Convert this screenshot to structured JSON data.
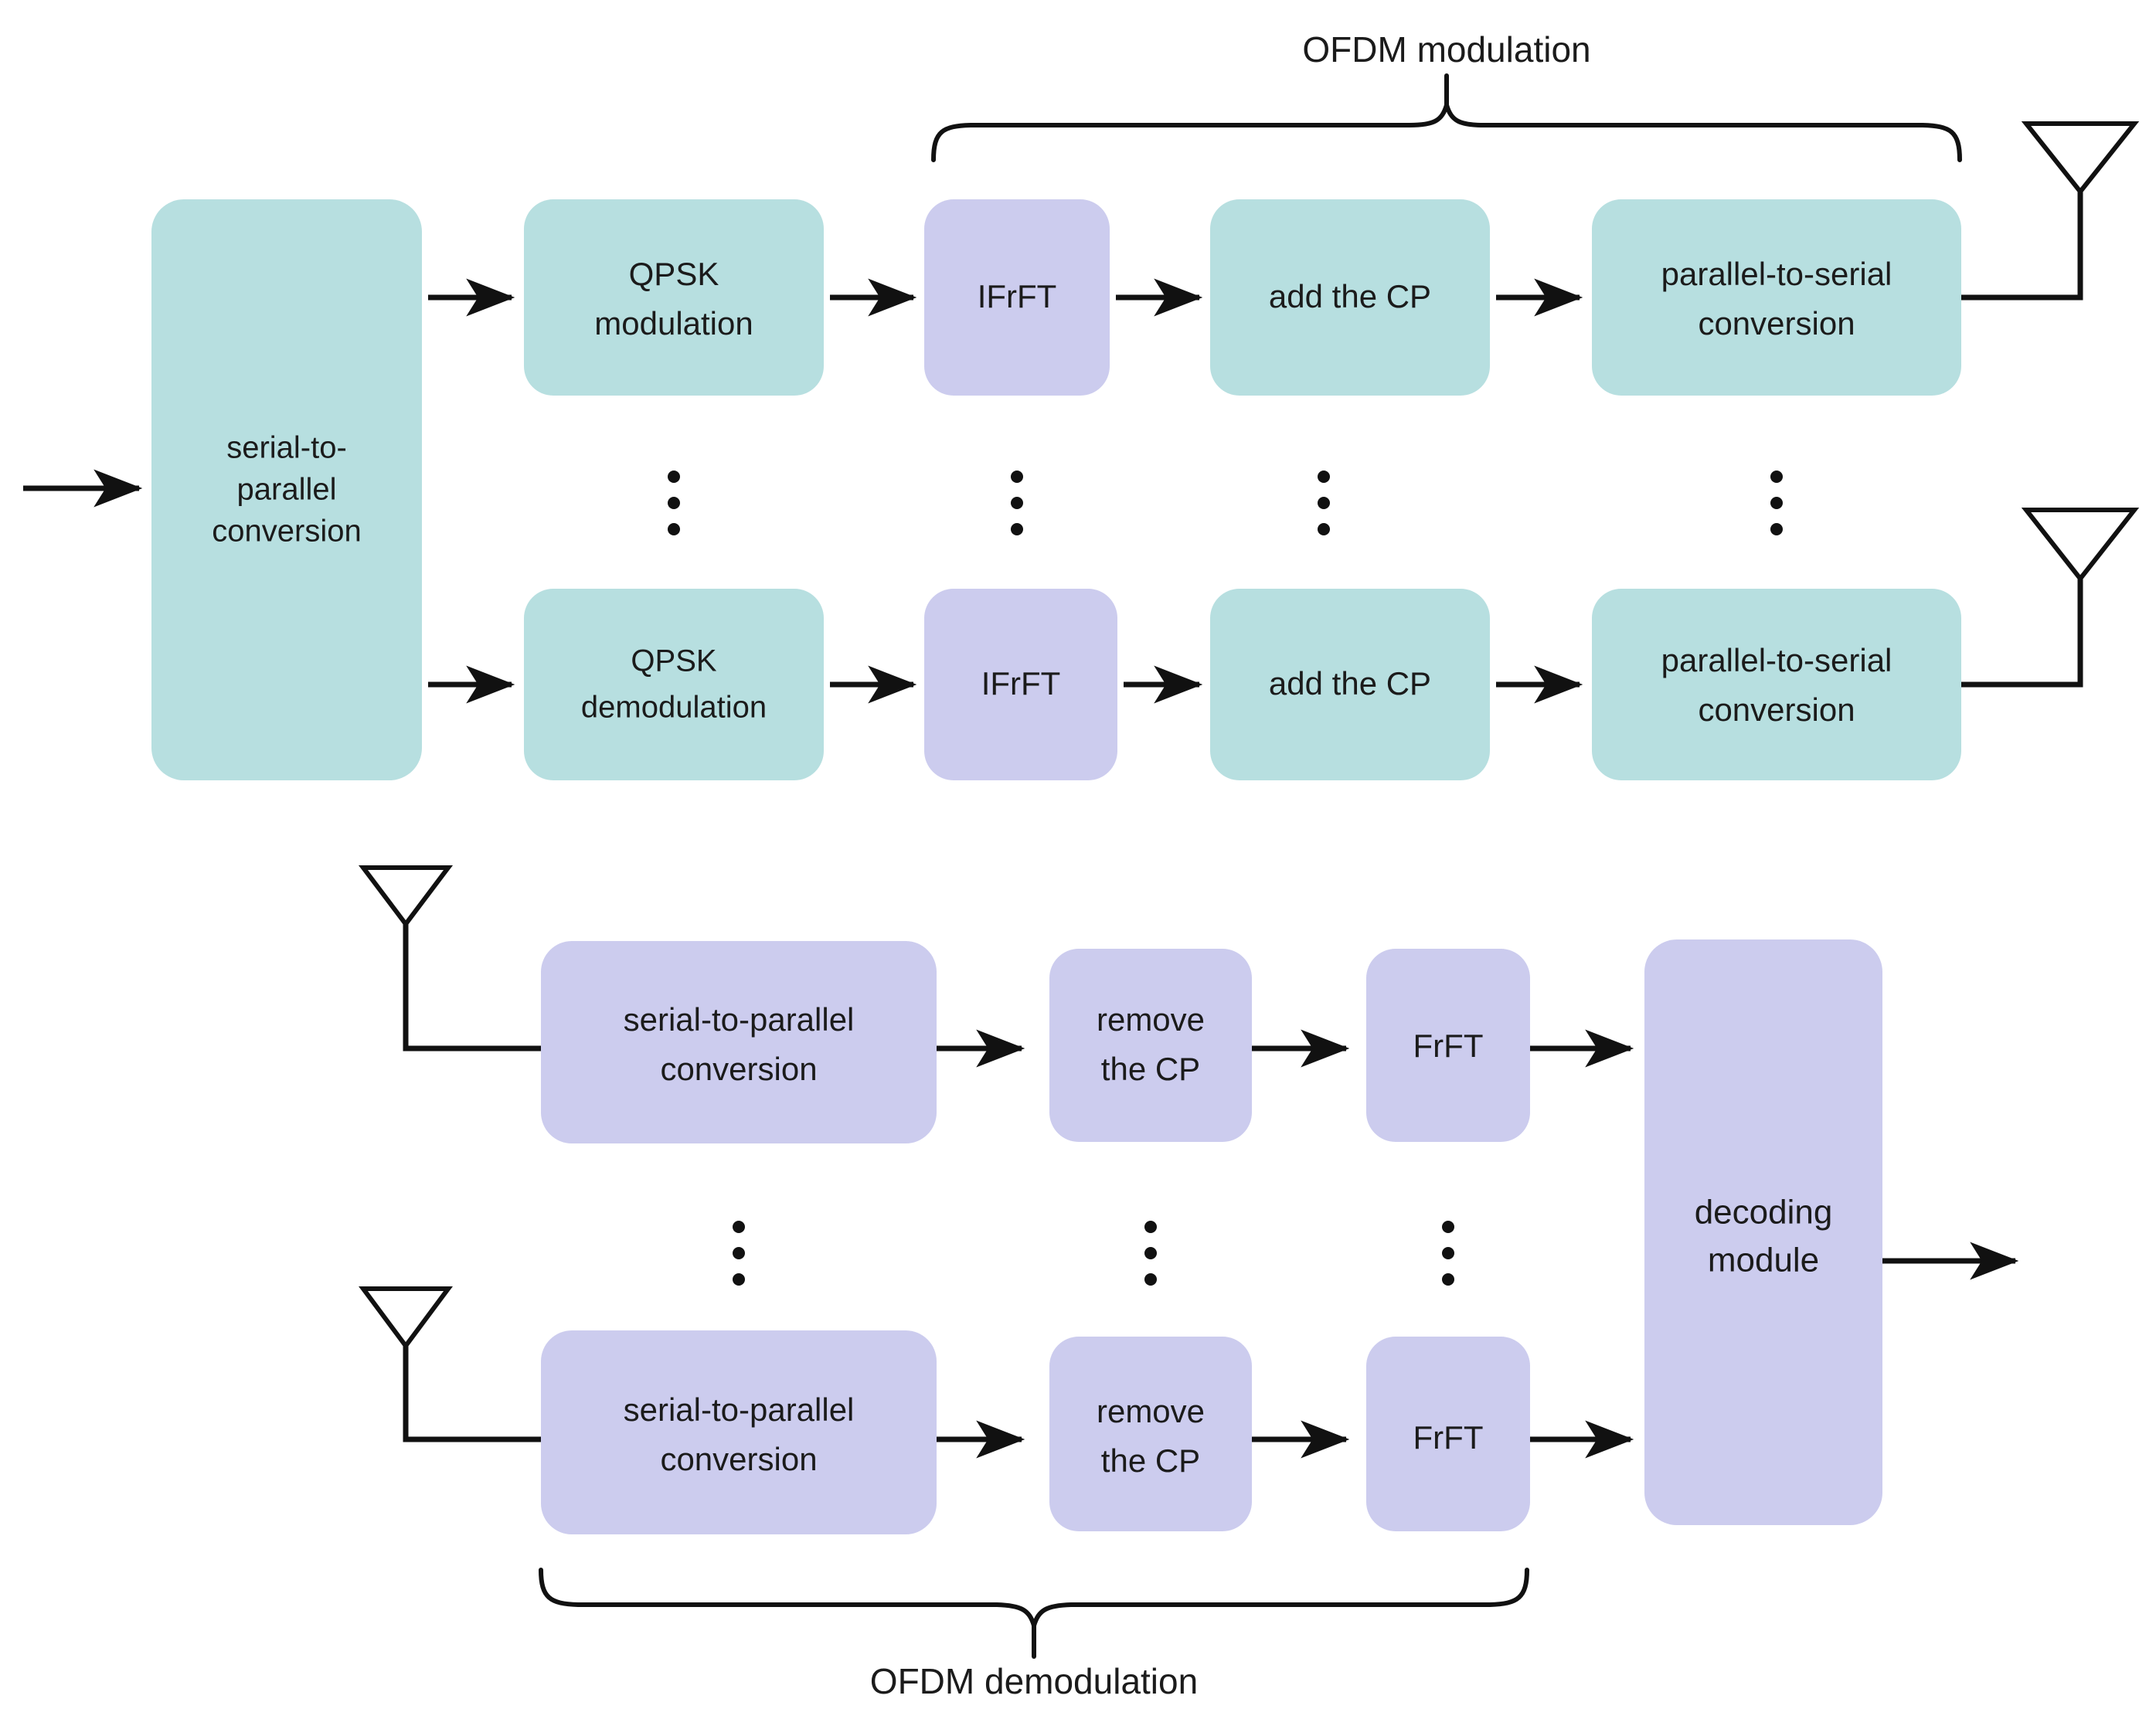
{
  "figure": {
    "title": "OFDM / FrFT transceiver block diagram",
    "background_color": "#ffffff",
    "line_color": "#111111",
    "text_color": "#1b1b1b"
  },
  "palette": {
    "transmitter_block_fill": "#b7dfe0",
    "receiver_block_fill": "#ccccee",
    "stroke": "#111111"
  },
  "annotations": {
    "top_brace_label": "OFDM modulation",
    "bottom_brace_label": "OFDM demodulation"
  },
  "transmitter": {
    "section_name": "transmitter-chain",
    "shared_block": {
      "line1": "serial-to-",
      "line2": "parallel",
      "line3": "conversion"
    },
    "branch_top": {
      "blocks": [
        {
          "name": "qpsk-modulation",
          "line1": "QPSK",
          "line2": "modulation"
        },
        {
          "name": "ifrft",
          "line1": "IFrFT",
          "line2": ""
        },
        {
          "name": "add-the-cp",
          "line1": "add the CP",
          "line2": ""
        },
        {
          "name": "parallel-to-serial-conversion",
          "line1": "parallel-to-serial",
          "line2": "conversion"
        }
      ],
      "antenna": "transmit-antenna-1"
    },
    "branch_bottom": {
      "blocks": [
        {
          "name": "qpsk-demodulation",
          "line1": "QPSK",
          "line2": "demodulation"
        },
        {
          "name": "ifrft",
          "line1": "IFrFT",
          "line2": ""
        },
        {
          "name": "add-the-cp",
          "line1": "add the CP",
          "line2": ""
        },
        {
          "name": "parallel-to-serial-conversion",
          "line1": "parallel-to-serial",
          "line2": "conversion"
        }
      ],
      "antenna": "transmit-antenna-2"
    }
  },
  "receiver": {
    "section_name": "receiver-chain",
    "branch_top": {
      "antenna": "receive-antenna-1",
      "blocks": [
        {
          "name": "serial-to-parallel-conversion",
          "line1": "serial-to-parallel",
          "line2": "conversion"
        },
        {
          "name": "remove-the-cp",
          "line1": "remove",
          "line2": "the CP"
        },
        {
          "name": "frft",
          "line1": "FrFT",
          "line2": ""
        }
      ]
    },
    "branch_bottom": {
      "antenna": "receive-antenna-2",
      "blocks": [
        {
          "name": "serial-to-parallel-conversion",
          "line1": "serial-to-parallel",
          "line2": "conversion"
        },
        {
          "name": "remove-the-cp",
          "line1": "remove",
          "line2": "the CP"
        },
        {
          "name": "frft",
          "line1": "FrFT",
          "line2": ""
        }
      ]
    },
    "shared_block": {
      "name": "decoding-module",
      "line1": "decoding",
      "line2": "module"
    }
  },
  "ellipses": {
    "glyph": "vertical-ellipsis",
    "transmitter_columns": 4,
    "receiver_columns": 3
  }
}
